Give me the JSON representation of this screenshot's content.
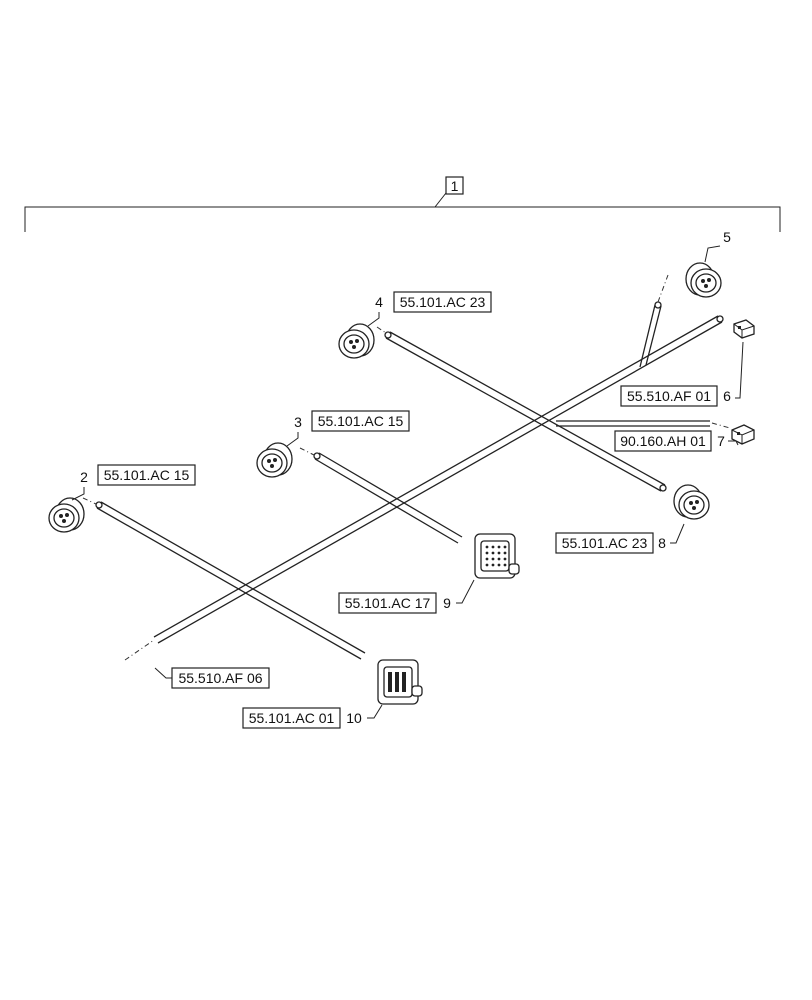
{
  "assembly": {
    "item": "1"
  },
  "items": [
    {
      "num": "2",
      "ref": "55.101.AC 15",
      "icon": "round-connector"
    },
    {
      "num": "3",
      "ref": "55.101.AC 15",
      "icon": "round-connector"
    },
    {
      "num": "4",
      "ref": "55.101.AC 23",
      "icon": "round-connector"
    },
    {
      "num": "5",
      "ref": "",
      "icon": "round-connector"
    },
    {
      "num": "6",
      "ref": "55.510.AF 01",
      "icon": "small-plug"
    },
    {
      "num": "7",
      "ref": "90.160.AH 01",
      "icon": "small-plug"
    },
    {
      "num": "8",
      "ref": "55.101.AC 23",
      "icon": "round-connector"
    },
    {
      "num": "9",
      "ref": "55.101.AC 17",
      "icon": "rectangular-connector"
    },
    {
      "num": "10",
      "ref": "55.101.AC 01",
      "icon": "rectangular-connector"
    }
  ],
  "harness_end": {
    "ref": "55.510.AF 06"
  }
}
